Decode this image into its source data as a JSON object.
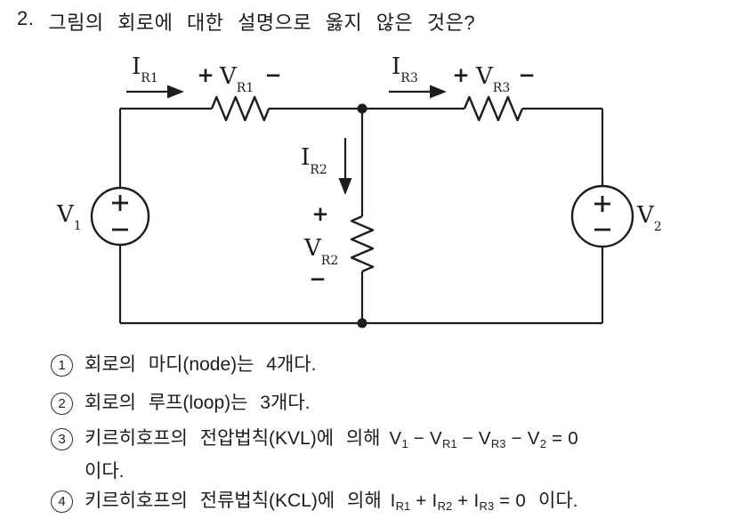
{
  "page": {
    "background": "#ffffff",
    "ink": "#1c1c1c"
  },
  "question": {
    "number": "2.",
    "text": "그림의 회로에 대한 설명으로 옳지 않은 것은?"
  },
  "circuit": {
    "labels": {
      "i_r1": {
        "main": "I",
        "sub": "R1"
      },
      "v_r1": {
        "plus": "+",
        "main": "V",
        "sub": "R1",
        "minus": "−"
      },
      "i_r2": {
        "main": "I",
        "sub": "R2"
      },
      "v_r2": {
        "plus": "+",
        "main": "V",
        "sub": "R2",
        "minus": "−"
      },
      "i_r3": {
        "main": "I",
        "sub": "R3"
      },
      "v_r3": {
        "plus": "+",
        "main": "V",
        "sub": "R3",
        "minus": "−"
      },
      "v1": {
        "main": "V",
        "sub": "1",
        "top_terminal": "+",
        "bottom_terminal": "−"
      },
      "v2": {
        "main": "V",
        "sub": "2",
        "top_terminal": "+",
        "bottom_terminal": "−"
      }
    },
    "nodes": 2,
    "line_color": "#1c1c1c"
  },
  "options": [
    {
      "number": "1",
      "text": "회로의 마디(node)는 4개다."
    },
    {
      "number": "2",
      "text": "회로의 루프(loop)는 3개다."
    },
    {
      "number": "3",
      "text": "키르히호프의 전압법칙(KVL)에 의해",
      "formula": {
        "p0": "V",
        "s0": "1",
        "p1": " − V",
        "s1": "R1",
        "p2": " − V",
        "s2": "R3",
        "p3": " − V",
        "s3": "2",
        "p4": " = 0"
      },
      "suffix": "이다."
    },
    {
      "number": "4",
      "text": "키르히호프의 전류법칙(KCL)에 의해",
      "formula": {
        "p0": "I",
        "s0": "R1",
        "p1": " + I",
        "s1": "R2",
        "p2": " + I",
        "s2": "R3",
        "p3": " = 0"
      },
      "suffix": "이다."
    }
  ]
}
